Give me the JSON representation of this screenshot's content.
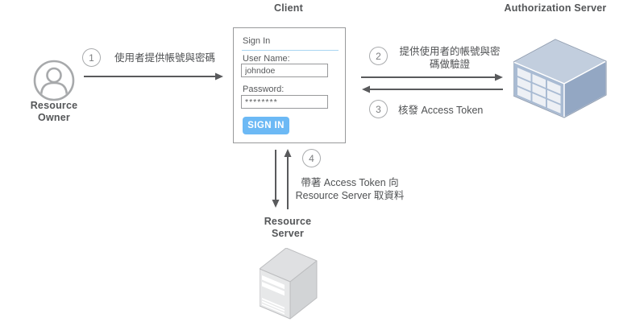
{
  "diagram": {
    "client_title": "Client",
    "authorization_server_title": "Authorization Server",
    "resource_owner_label": {
      "line1": "Resource",
      "line2": "Owner"
    },
    "resource_server_label": {
      "line1": "Resource",
      "line2": "Server"
    }
  },
  "signin_form": {
    "header": "Sign In",
    "username_label": "User Name:",
    "username_value": "johndoe",
    "password_label": "Password:",
    "password_value": "********",
    "submit_label": "SIGN IN"
  },
  "steps": [
    {
      "number": "1",
      "text": "使用者提供帳號與密碼"
    },
    {
      "number": "2",
      "line1": "提供使用者的帳號與密",
      "line2": "碼做驗證"
    },
    {
      "number": "3",
      "text": "核發 Access Token"
    },
    {
      "number": "4",
      "line1": "帶著 Access Token 向",
      "line2": "Resource Server 取資料"
    }
  ],
  "icons": {
    "resource_owner": "user-icon",
    "authorization_server": "server-rack-icon",
    "resource_server": "server-tower-icon"
  },
  "colors": {
    "button_blue": "#6cb9f5",
    "divider_blue": "#a9d6f2",
    "arrow_gray": "#595a5c",
    "server_blue_top": "#c2cede",
    "server_blue_front": "#a9bbd3",
    "server_blue_side": "#93a7c3",
    "tower_gray": "#e7e8e9",
    "text_gray": "#4f5153"
  }
}
